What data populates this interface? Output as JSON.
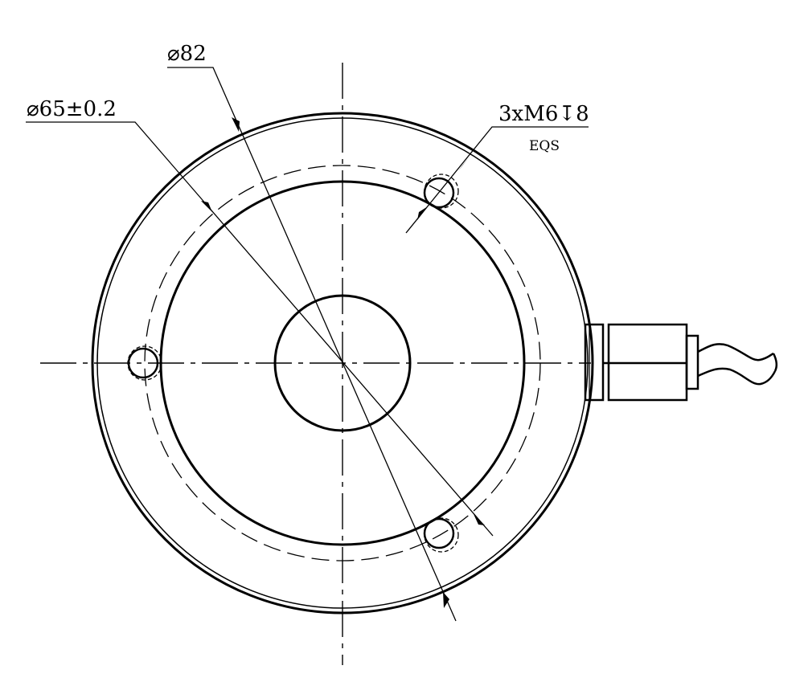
{
  "dimensions": {
    "outer_diameter": "⌀82",
    "bolt_circle": "⌀65±0.2",
    "thread_spec": "3xM6↧8",
    "thread_note": "EQS"
  },
  "colors": {
    "line": "#000000",
    "background": "#ffffff"
  }
}
